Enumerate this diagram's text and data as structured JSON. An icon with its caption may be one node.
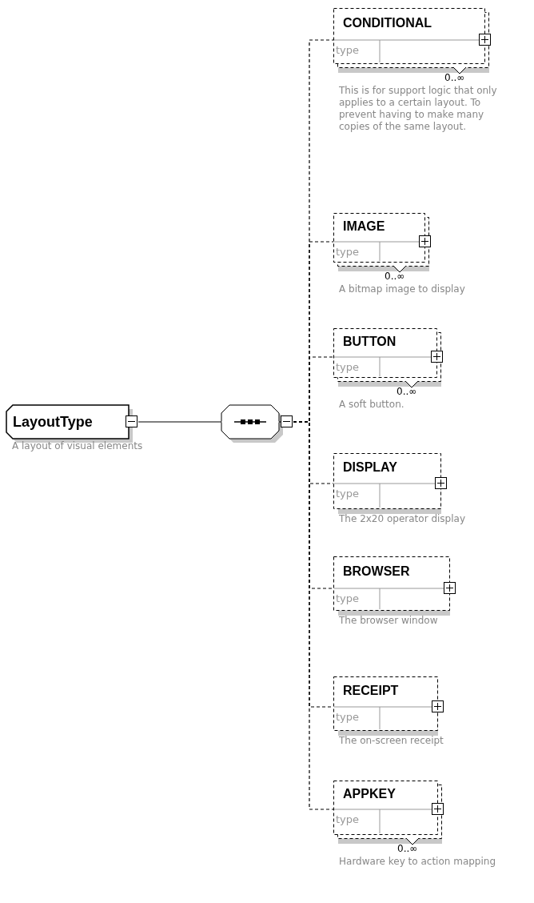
{
  "diagram": {
    "nodes": [
      {
        "text": [
          "LayoutType"
        ],
        "beside": [
          "A layout of visual elements"
        ]
      },
      {
        "text": [],
        "shape": "octagon"
      },
      {
        "text": [
          "CONDITIONAL",
          "type"
        ],
        "beside": [
          "0..∞",
          "This is for support logic that only applies to a certain layout. To prevent having to make many copies of the same layout."
        ]
      },
      {
        "text": [
          "IMAGE",
          "type"
        ],
        "beside": [
          "0..∞",
          "A bitmap image to display"
        ]
      },
      {
        "text": [
          "BUTTON",
          "type"
        ],
        "beside": [
          "0..∞",
          "A soft button."
        ]
      },
      {
        "text": [
          "DISPLAY",
          "type"
        ],
        "beside": [
          "The 2x20 operator display"
        ]
      },
      {
        "text": [
          "BROWSER",
          "type"
        ],
        "beside": [
          "The browser window"
        ]
      },
      {
        "text": [
          "RECEIPT",
          "type"
        ],
        "beside": [
          "The on-screen receipt"
        ]
      },
      {
        "text": [
          "APPKEY",
          "type"
        ],
        "beside": [
          "0..∞",
          "Hardware key to action mapping"
        ]
      }
    ],
    "edges": [
      {
        "from": 0,
        "to": 1,
        "arrow": "none"
      },
      {
        "from": 1,
        "to": 2,
        "arrow": "none",
        "style": "dashed"
      },
      {
        "from": 1,
        "to": 3,
        "arrow": "none",
        "style": "dashed"
      },
      {
        "from": 1,
        "to": 4,
        "arrow": "none",
        "style": "dashed"
      },
      {
        "from": 1,
        "to": 5,
        "arrow": "none",
        "style": "dashed"
      },
      {
        "from": 1,
        "to": 6,
        "arrow": "none",
        "style": "dashed"
      },
      {
        "from": 1,
        "to": 7,
        "arrow": "none",
        "style": "dashed"
      },
      {
        "from": 1,
        "to": 8,
        "arrow": "none",
        "style": "dashed"
      }
    ]
  }
}
